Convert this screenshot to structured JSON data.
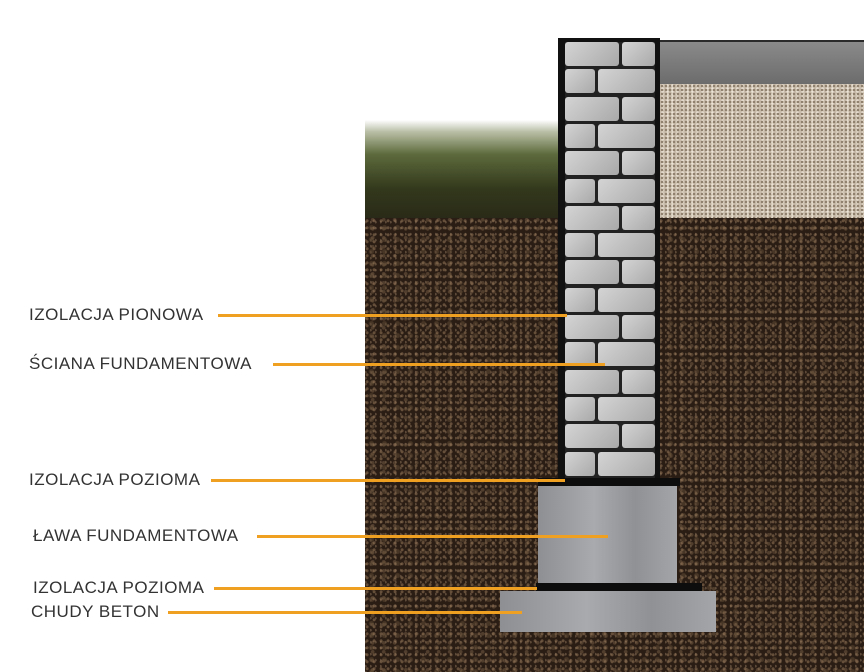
{
  "labels": [
    {
      "text": "IZOLACJA PIONOWA"
    },
    {
      "text": "ŚCIANA FUNDAMENTOWA"
    },
    {
      "text": "IZOLACJA POZIOMA"
    },
    {
      "text": "ŁAWA FUNDAMENTOWA"
    },
    {
      "text": "IZOLACJA POZIOMA"
    },
    {
      "text": "CHUDY BETON"
    }
  ],
  "colors": {
    "leader": "#f0a020",
    "soil": "#2a1d14",
    "text": "#333333"
  }
}
